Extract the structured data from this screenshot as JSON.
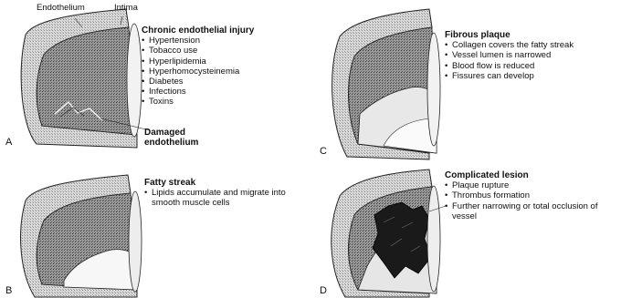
{
  "labels": {
    "endothelium": "Endothelium",
    "intima": "Intima",
    "damaged_line1": "Damaged",
    "damaged_line2": "endothelium"
  },
  "panels": {
    "A": {
      "letter": "A",
      "title": "Chronic endothelial injury",
      "items": [
        "Hypertension",
        "Tobacco use",
        "Hyperlipidemia",
        "Hyperhomocysteinemia",
        "Diabetes",
        "Infections",
        "Toxins"
      ]
    },
    "B": {
      "letter": "B",
      "title": "Fatty streak",
      "items": [
        "Lipids accumulate and migrate into smooth muscle cells"
      ]
    },
    "C": {
      "letter": "C",
      "title": "Fibrous plaque",
      "items": [
        "Collagen covers the fatty streak",
        "Vessel lumen is narrowed",
        "Blood flow is reduced",
        "Fissures can develop"
      ]
    },
    "D": {
      "letter": "D",
      "title": "Complicated lesion",
      "items": [
        "Plaque rupture",
        "Thrombus formation",
        "Further narrowing or total occlusion of vessel"
      ]
    }
  }
}
